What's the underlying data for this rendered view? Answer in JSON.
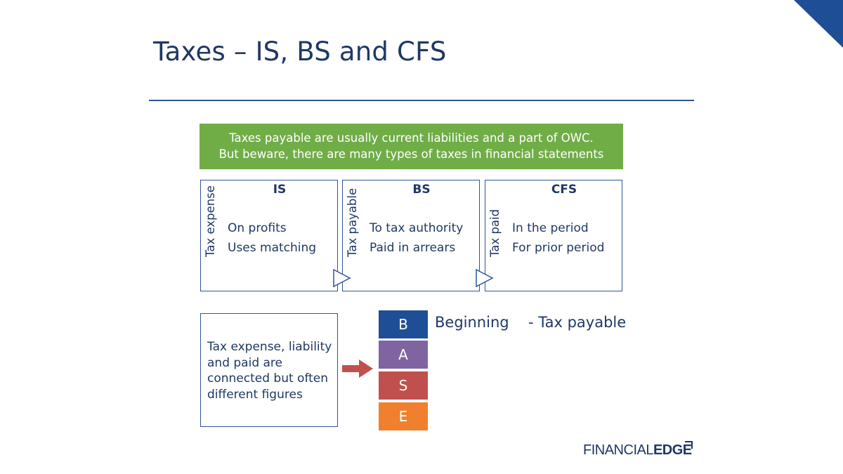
{
  "slide": {
    "title": "Taxes – IS, BS and CFS",
    "banner": {
      "line1": "Taxes payable are usually current liabilities and a part of OWC.",
      "line2": "But beware, there are many types of taxes in financial statements"
    },
    "panels": [
      {
        "side_label": "Tax expense",
        "heading": "IS",
        "line1": "On profits",
        "line2": "Uses matching"
      },
      {
        "side_label": "Tax payable",
        "heading": "BS",
        "line1": "To tax authority",
        "line2": "Paid in arrears"
      },
      {
        "side_label": "Tax paid",
        "heading": "CFS",
        "line1": "In the period",
        "line2": "For prior period"
      }
    ],
    "note": "Tax expense, liability and paid are connected but often different figures",
    "base": {
      "letters": [
        "B",
        "A",
        "S",
        "E"
      ],
      "label": "Beginning",
      "sublabel": "- Tax payable"
    },
    "logo": {
      "part1": "FINANCIAL",
      "part2": "EDGE"
    }
  },
  "colors": {
    "navy": "#1f3864",
    "blue": "#2e5597",
    "green": "#70ad47",
    "base_b": "#1e4f96",
    "base_a": "#8064a2",
    "base_s": "#c0504d",
    "base_e": "#f07f2e",
    "arrow": "#c0504d"
  }
}
